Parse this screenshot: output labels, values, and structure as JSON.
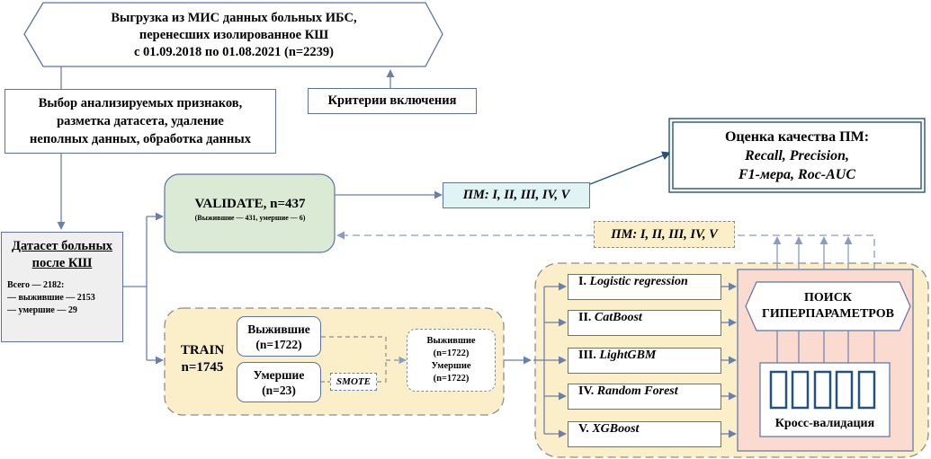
{
  "colors": {
    "line": "#6b7fae",
    "box_border": "#5b73a6",
    "green_fill": "#dbead5",
    "yellow_fill": "#fbefc9",
    "cyan_fill": "#e0f4f6",
    "pink_fill": "#fbdbd0",
    "gray_fill": "#efefef",
    "dashed": "#8c8c8c",
    "dark_blue": "#24527f"
  },
  "source": {
    "line1": "Выгрузка из МИС данных больных ИБС,",
    "line2": "перенесших изолированное КШ",
    "line3": "с 01.09.2018 по 01.08.2021 (n=2239)"
  },
  "criteria": "Критерии включения",
  "preprocess": {
    "line1": "Выбор анализируемых признаков,",
    "line2": "разметка датасета, удаление",
    "line3": "неполных данных, обработка данных"
  },
  "dataset": {
    "title1": "Датасет больных",
    "title2": "после КШ",
    "total": "Всего — 2182:",
    "survived": "— выжившие — 2153",
    "died": "— умершие — 29"
  },
  "validate": {
    "title": "VALIDATE, n=437",
    "sub": "(Выжившие — 431, умершие — 6)"
  },
  "pm_top": "ПМ: I, II, III, IV, V",
  "pm_mid": "ПМ: I, II, III, IV, V",
  "quality": {
    "title": "Оценка качества ПМ:",
    "line2": "Recall, Precision,",
    "line3": "F1-мера, Roc-AUC"
  },
  "train": {
    "title": "TRAIN",
    "n": "n=1745",
    "survived_label": "Выжившие",
    "survived_n": "(n=1722)",
    "died_label": "Умершие",
    "died_n": "(n=23)",
    "smote": "SMOTE",
    "balanced": [
      "Выжившие",
      "(n=1722)",
      "Умершие",
      "(n=1722)"
    ]
  },
  "models": [
    {
      "num": "I.",
      "name": "Logistic regression"
    },
    {
      "num": "II.",
      "name": "CatBoost"
    },
    {
      "num": "III.",
      "name": "LightGBM"
    },
    {
      "num": "IV.",
      "name": "Random Forest"
    },
    {
      "num": "V.",
      "name": "XGBoost"
    }
  ],
  "hyper": {
    "line1": "ПОИСК",
    "line2": "ГИПЕРПАРАМЕТРОВ"
  },
  "cv_label": "Кросс-валидация"
}
